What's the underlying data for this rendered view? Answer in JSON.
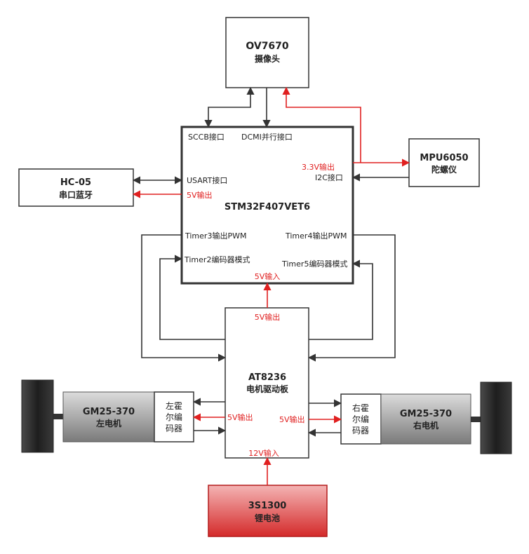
{
  "camera": {
    "name": "OV7670",
    "desc": "摄像头"
  },
  "mcu": {
    "name": "STM32F407VET6",
    "sccb": "SCCB接口",
    "dcmi": "DCMI并行接口",
    "usart": "USART接口",
    "out5v": "5V输出",
    "out33v": "3.3V输出",
    "i2c": "I2C接口",
    "timer3": "Timer3输出PWM",
    "timer4": "Timer4输出PWM",
    "timer2": "Timer2编码器模式",
    "timer5": "Timer5编码器模式",
    "in5v": "5V输入"
  },
  "bluetooth": {
    "name": "HC-05",
    "desc": "串口蓝牙"
  },
  "gyro": {
    "name": "MPU6050",
    "desc": "陀螺仪"
  },
  "driver": {
    "name": "AT8236",
    "desc": "电机驱动板",
    "out5v_top": "5V输出",
    "out5v_left": "5V输出",
    "out5v_right": "5V输出",
    "in12v": "12V输入"
  },
  "left_motor": {
    "name": "GM25-370",
    "desc": "左电机",
    "encoder": [
      "左霍",
      "尔编",
      "码器"
    ]
  },
  "right_motor": {
    "name": "GM25-370",
    "desc": "右电机",
    "encoder": [
      "右霍",
      "尔编",
      "码器"
    ]
  },
  "battery": {
    "name": "3S1300",
    "desc": "锂电池"
  },
  "colors": {
    "line": "#333333",
    "power": "#e02020",
    "battery_fill": "#e03a3a",
    "motor_fill": "#9a9a9a",
    "wheel": "#2a2a2a"
  }
}
